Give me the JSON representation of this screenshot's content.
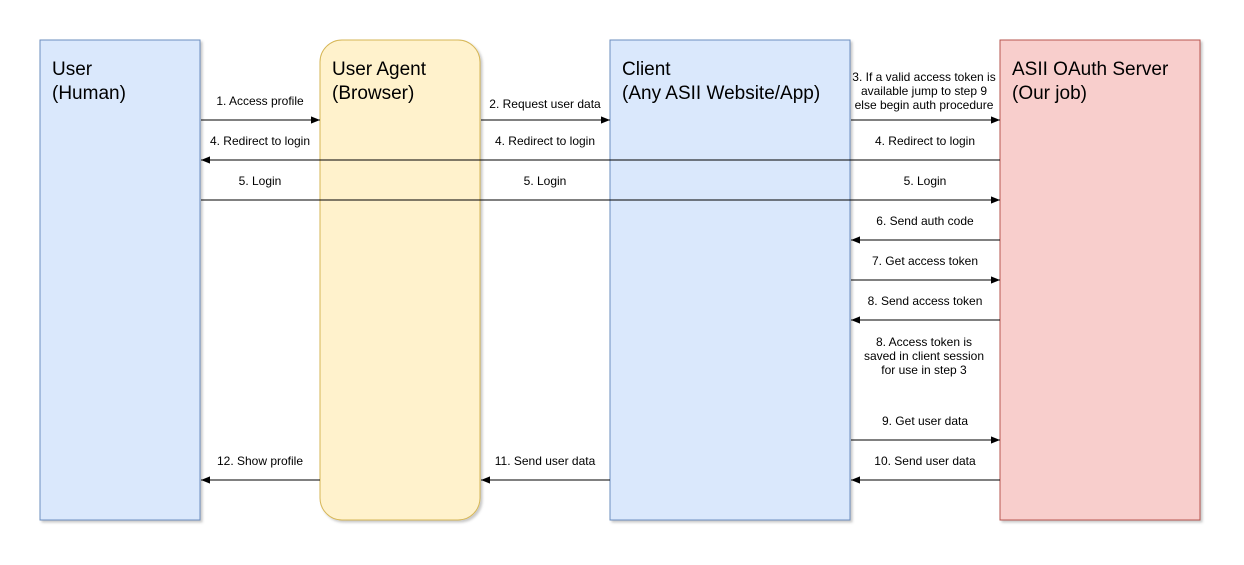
{
  "lanes": {
    "user": {
      "title1": "User",
      "title2": "(Human)",
      "fill": "#dae8fc",
      "stroke": "#6c8ebf"
    },
    "agent": {
      "title1": "User Agent",
      "title2": "(Browser)",
      "fill": "#fff2cc",
      "stroke": "#d6b656"
    },
    "client": {
      "title1": "Client",
      "title2": "(Any ASII Website/App)",
      "fill": "#dae8fc",
      "stroke": "#6c8ebf"
    },
    "server": {
      "title1": "ASII OAuth Server",
      "title2": "(Our job)",
      "fill": "#f8cecc",
      "stroke": "#b85450"
    }
  },
  "messages": {
    "m1": "1. Access profile",
    "m2": "2. Request user data",
    "m3_l1": "3. If a valid access token is",
    "m3_l2": "available jump to step 9",
    "m3_l3": "else begin auth procedure",
    "m4": "4. Redirect to login",
    "m5": "5. Login",
    "m6": "6. Send auth code",
    "m7": "7. Get access token",
    "m8": "8. Send access token",
    "note8_l1": "8. Access token is",
    "note8_l2": "saved in client session",
    "note8_l3": "for use in step 3",
    "m9": "9. Get user data",
    "m10": "10. Send user data",
    "m11": "11. Send user data",
    "m12": "12. Show profile"
  }
}
